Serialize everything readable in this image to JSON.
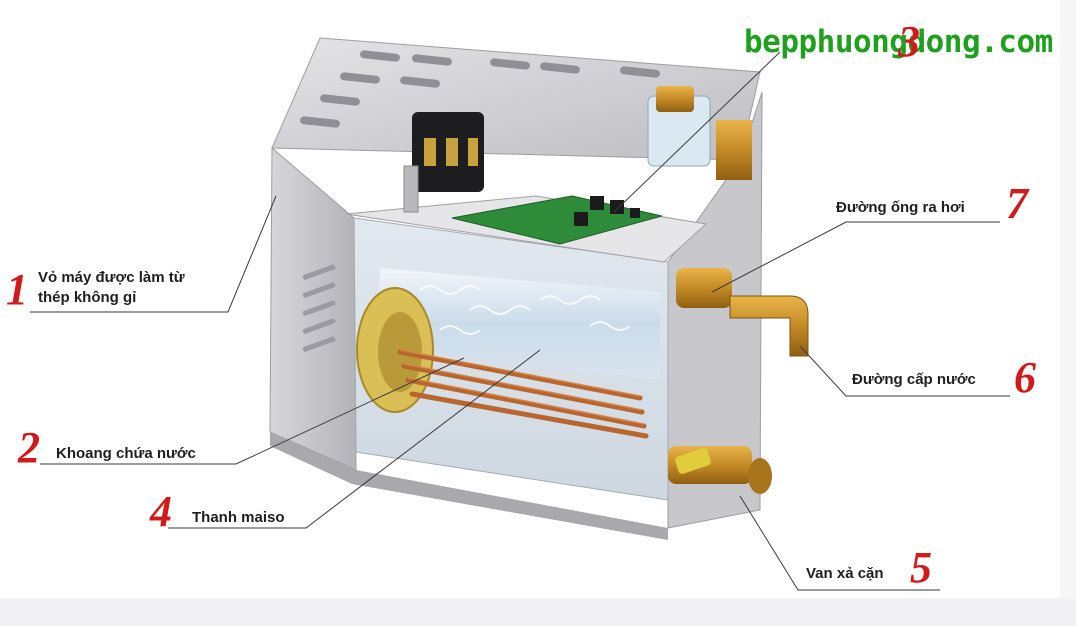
{
  "watermark": "bepphuongdong.com",
  "callouts": [
    {
      "number": "1",
      "label_line1": "Vỏ máy được làm từ",
      "label_line2": "thép không gỉ"
    },
    {
      "number": "2",
      "label": "Khoang chứa nước"
    },
    {
      "number": "3",
      "label": ""
    },
    {
      "number": "4",
      "label": "Thanh maiso"
    },
    {
      "number": "5",
      "label": "Van xả cặn"
    },
    {
      "number": "6",
      "label": "Đường cấp nước"
    },
    {
      "number": "7",
      "label": "Đường ống ra hơi"
    }
  ],
  "colors": {
    "number": "#d11a1a",
    "watermark": "#1fa01f",
    "steel": "#cfcfd2",
    "brass": "#c8902a",
    "copper": "#b8662e",
    "pcb": "#2e8b3a"
  }
}
